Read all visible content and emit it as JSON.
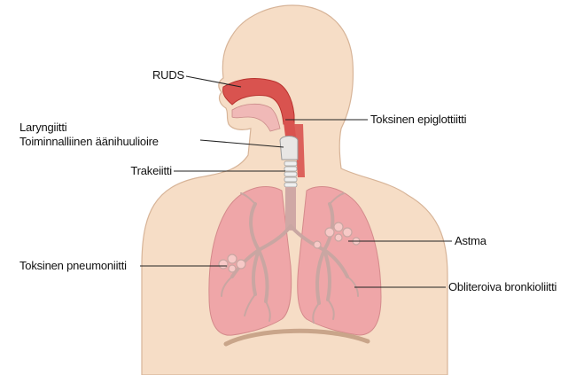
{
  "labels": {
    "ruds": "RUDS",
    "laryngiitti": "Laryngiitti",
    "aanihuulioire": "Toiminnalliinen äänihuulioire",
    "trakeiitti": "Trakeiitti",
    "toksinen_pneumoniitti": "Toksinen pneumoniitti",
    "toksinen_epiglottiitti": "Toksinen epiglottiitti",
    "astma": "Astma",
    "obliteroiva": "Obliteroiva bronkioliitti"
  },
  "colors": {
    "skin": "#f6ddc6",
    "skin_outline": "#d7b498",
    "airway": "#d9534f",
    "airway_dark": "#b8332f",
    "lung": "#efa6a8",
    "lung_light": "#f7c9c7",
    "bronchi": "#c9a6a2",
    "diaphragm": "#c9a58a",
    "leader": "#222222"
  }
}
